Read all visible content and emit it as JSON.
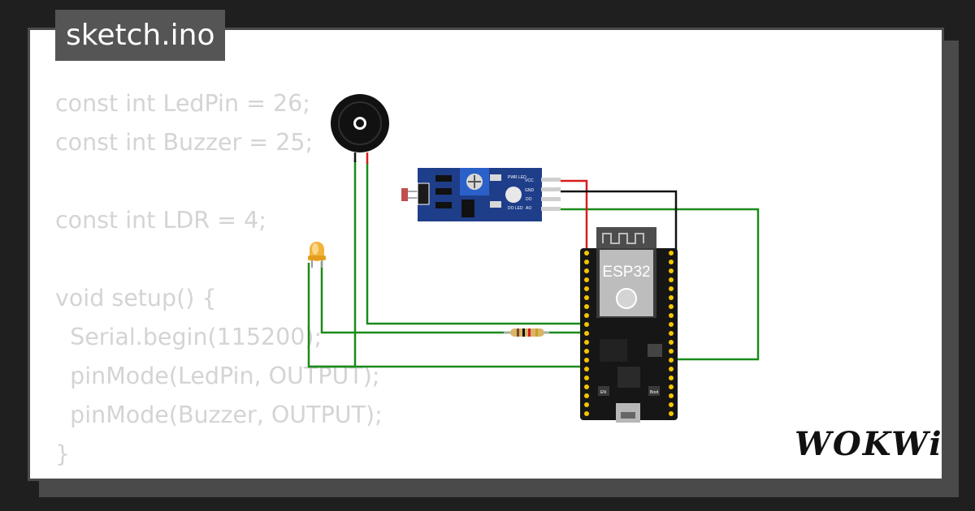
{
  "tab": {
    "filename": "sketch.ino"
  },
  "code": {
    "lines": [
      "const int LedPin = 26;",
      "const int Buzzer = 25;",
      "",
      "const int LDR = 4;",
      "",
      "void setup() {",
      "  Serial.begin(115200);",
      "  pinMode(LedPin, OUTPUT);",
      "  pinMode(Buzzer, OUTPUT);",
      "}"
    ]
  },
  "ldr_module": {
    "labels": [
      "VCC",
      "GND",
      "DO",
      "AO",
      "PWR LED",
      "DO LED"
    ]
  },
  "esp32": {
    "chip_label": "ESP32",
    "en_label": "EN",
    "boot_label": "Boot"
  },
  "colors": {
    "wire_green": "#1a8a1a",
    "wire_red": "#d81c1c",
    "wire_black": "#111111",
    "board": "#161616",
    "module": "#1f3e8a",
    "led": "#f2b33d"
  },
  "logo": {
    "text": "WOKWi"
  }
}
